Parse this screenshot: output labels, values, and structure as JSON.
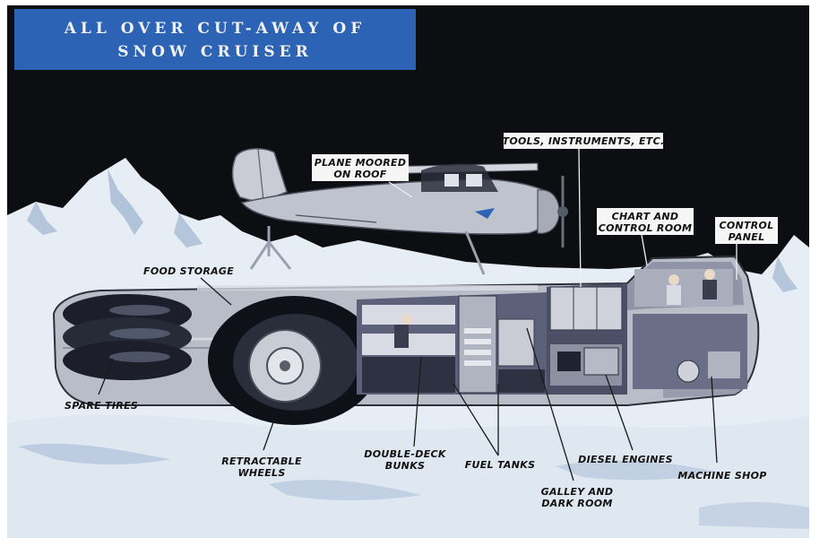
{
  "title": {
    "line1": "ALL OVER CUT-AWAY OF",
    "line2": "SNOW CRUISER"
  },
  "labels": {
    "plane_line1": "PLANE MOORED",
    "plane_line2": "ON ROOF",
    "tools": "TOOLS, INSTRUMENTS, ETC.",
    "chart_line1": "CHART AND",
    "chart_line2": "CONTROL ROOM",
    "panel_line1": "CONTROL",
    "panel_line2": "PANEL",
    "food": "FOOD STORAGE",
    "spare": "SPARE TIRES",
    "wheels_line1": "RETRACTABLE",
    "wheels_line2": "WHEELS",
    "bunks_line1": "DOUBLE-DECK",
    "bunks_line2": "BUNKS",
    "fuel": "FUEL TANKS",
    "diesel": "DIESEL ENGINES",
    "machine": "MACHINE SHOP",
    "galley_line1": "GALLEY AND",
    "galley_line2": "DARK ROOM"
  },
  "colors": {
    "sky": "#0d0e11",
    "title_band": "#2d63b4",
    "title_text": "#f2f2f2",
    "snow": "#e7edf5",
    "snow_shadow": "#9fb4cf",
    "vehicle_shell": "#b9bdc8",
    "interior": "#5d6079"
  }
}
